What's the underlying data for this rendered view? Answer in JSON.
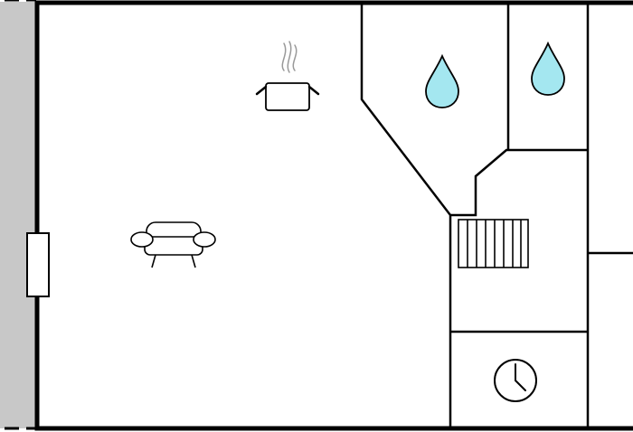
{
  "floorplan": {
    "colors": {
      "wall": "#000000",
      "floor": "#ffffff",
      "exterior": "#c8c8c8",
      "water_drop": "#a4e7f0"
    },
    "rooms": [
      {
        "id": "living-kitchen",
        "icons": [
          "sofa-icon",
          "cooking-pot-icon"
        ]
      },
      {
        "id": "bathroom-1",
        "icons": [
          "water-drop-icon"
        ]
      },
      {
        "id": "bathroom-2",
        "icons": [
          "water-drop-icon"
        ]
      },
      {
        "id": "stair-hall",
        "icons": [
          "stairs-icon"
        ]
      },
      {
        "id": "utility-room",
        "icons": [
          "clock-icon"
        ]
      },
      {
        "id": "east-room-upper",
        "icons": []
      },
      {
        "id": "east-room-lower",
        "icons": []
      }
    ]
  }
}
